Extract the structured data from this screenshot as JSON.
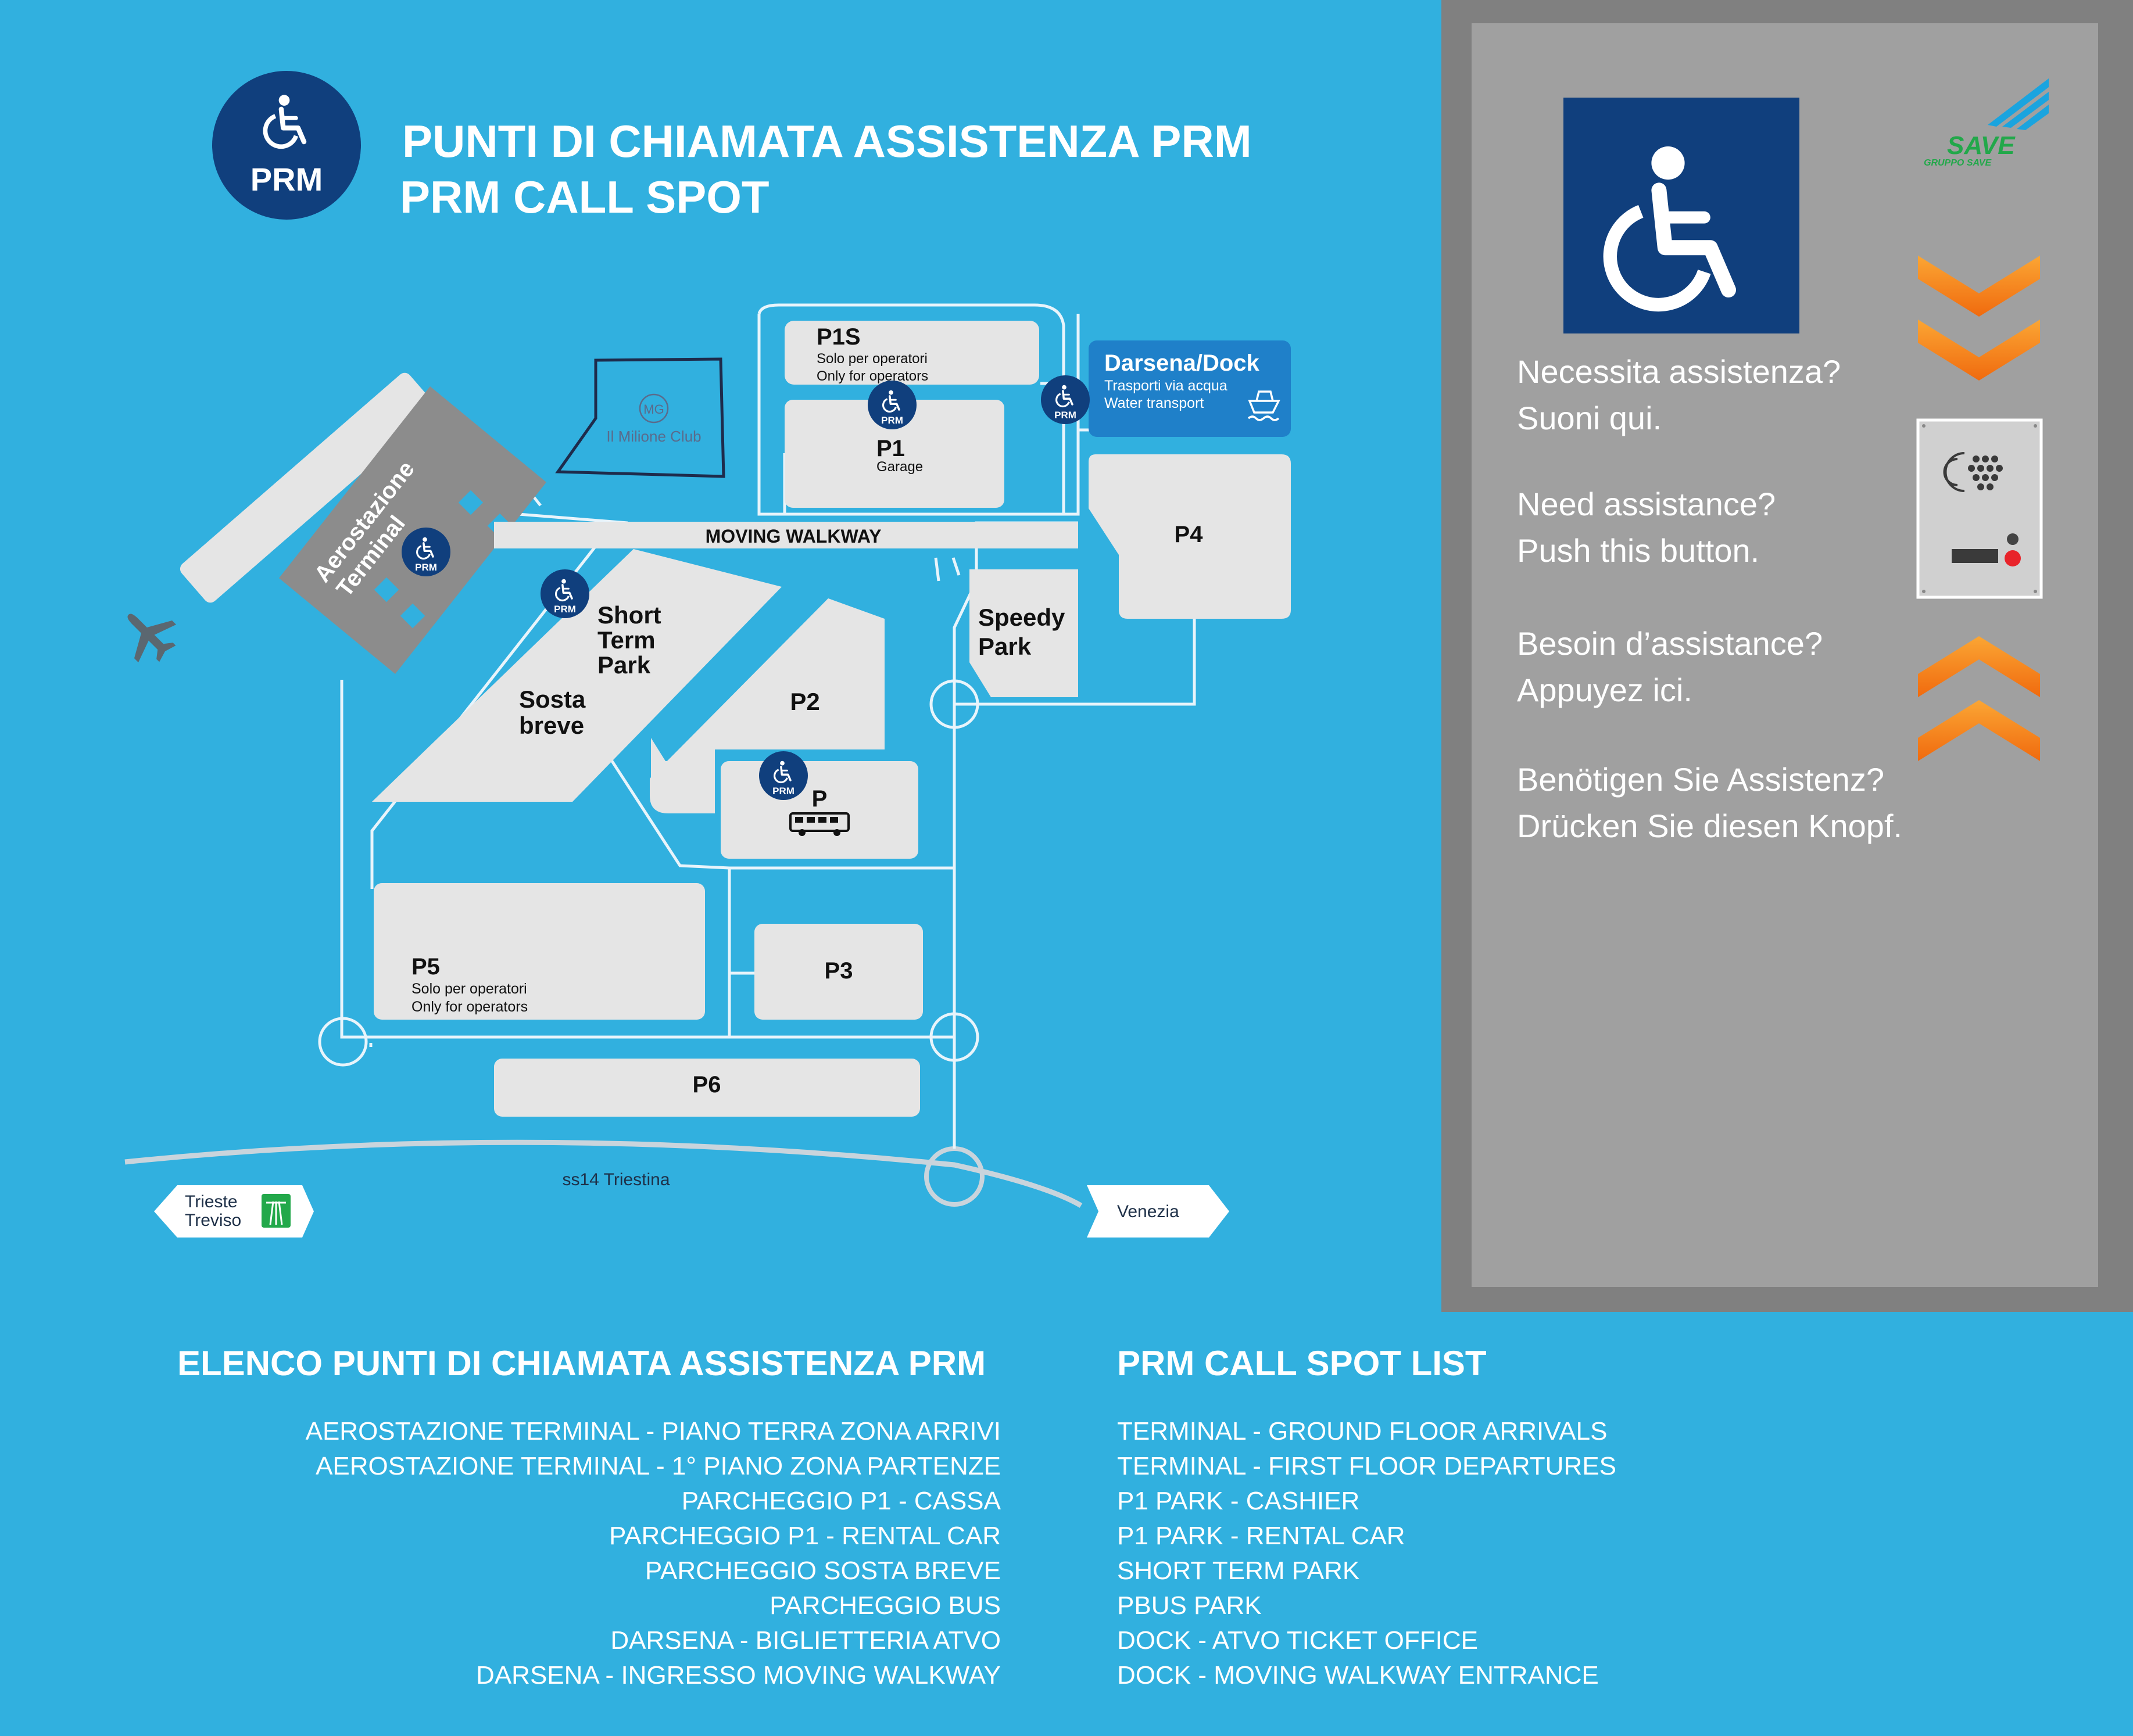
{
  "header": {
    "badge_text": "PRM",
    "title_it": "PUNTI DI CHIAMATA ASSISTENZA PRM",
    "title_en": "PRM CALL SPOT"
  },
  "map": {
    "terminal": {
      "line1": "Aerostazione",
      "line2": "Terminal"
    },
    "club": "Il Milione Club",
    "club_logo": "MG",
    "p1s": {
      "name": "P1S",
      "sub1": "Solo per operatori",
      "sub2": "Only for  operators"
    },
    "p1": {
      "name": "P1",
      "sub": "Garage"
    },
    "dock": {
      "title": "Darsena/Dock",
      "sub1": "Trasporti via acqua",
      "sub2": "Water transport"
    },
    "walkway": "MOVING WALKWAY",
    "p4": "P4",
    "speedy": {
      "line1": "Speedy",
      "line2": "Park"
    },
    "short_term": {
      "line1": "Short",
      "line2": "Term",
      "line3": "Park"
    },
    "sosta": {
      "line1": "Sosta",
      "line2": "breve"
    },
    "p2": "P2",
    "pbus": "P",
    "p5": {
      "name": "P5",
      "sub1": "Solo per operatori",
      "sub2": "Only for  operators"
    },
    "p3": "P3",
    "p6": "P6",
    "road": "ss14 Triestina",
    "sign_left": {
      "line1": "Trieste",
      "line2": "Treviso"
    },
    "sign_right": "Venezia",
    "prm_label": "PRM"
  },
  "panel": {
    "brand": {
      "name": "SAVE",
      "group": "GRUPPO SAVE"
    },
    "texts": [
      {
        "line1": "Necessita assistenza?",
        "line2": "Suoni qui."
      },
      {
        "line1": "Need assistance?",
        "line2": "Push this button."
      },
      {
        "line1": "Besoin d’assistance?",
        "line2": "Appuyez ici."
      },
      {
        "line1": "Benötigen Sie Assistenz?",
        "line2": "Drücken Sie diesen Knopf."
      }
    ]
  },
  "lists": {
    "title_it": "ELENCO PUNTI DI CHIAMATA ASSISTENZA PRM",
    "title_en": "PRM CALL SPOT LIST",
    "items_it": [
      "AEROSTAZIONE TERMINAL - PIANO TERRA ZONA ARRIVI",
      "AEROSTAZIONE TERMINAL - 1° PIANO ZONA PARTENZE",
      "PARCHEGGIO P1 - CASSA",
      "PARCHEGGIO P1 - RENTAL CAR",
      "PARCHEGGIO SOSTA BREVE",
      "PARCHEGGIO BUS",
      "DARSENA - BIGLIETTERIA ATVO",
      "DARSENA - INGRESSO MOVING WALKWAY"
    ],
    "items_en": [
      "TERMINAL - GROUND FLOOR ARRIVALS",
      "TERMINAL - FIRST FLOOR DEPARTURES",
      "P1 PARK - CASHIER",
      "P1 PARK - RENTAL CAR",
      "SHORT TERM PARK",
      "PBUS PARK",
      "DOCK - ATVO TICKET OFFICE",
      "DOCK - MOVING WALKWAY ENTRANCE"
    ]
  },
  "colors": {
    "background": "#31b0df",
    "navy": "#103f7d",
    "panel_outer": "#808080",
    "panel_inner": "#a0a0a0",
    "block": "#e5e5e5",
    "dock": "#1f80c9",
    "chevron": "#f37f16",
    "save_green": "#22a84a",
    "save_blue": "#1aa4df"
  }
}
